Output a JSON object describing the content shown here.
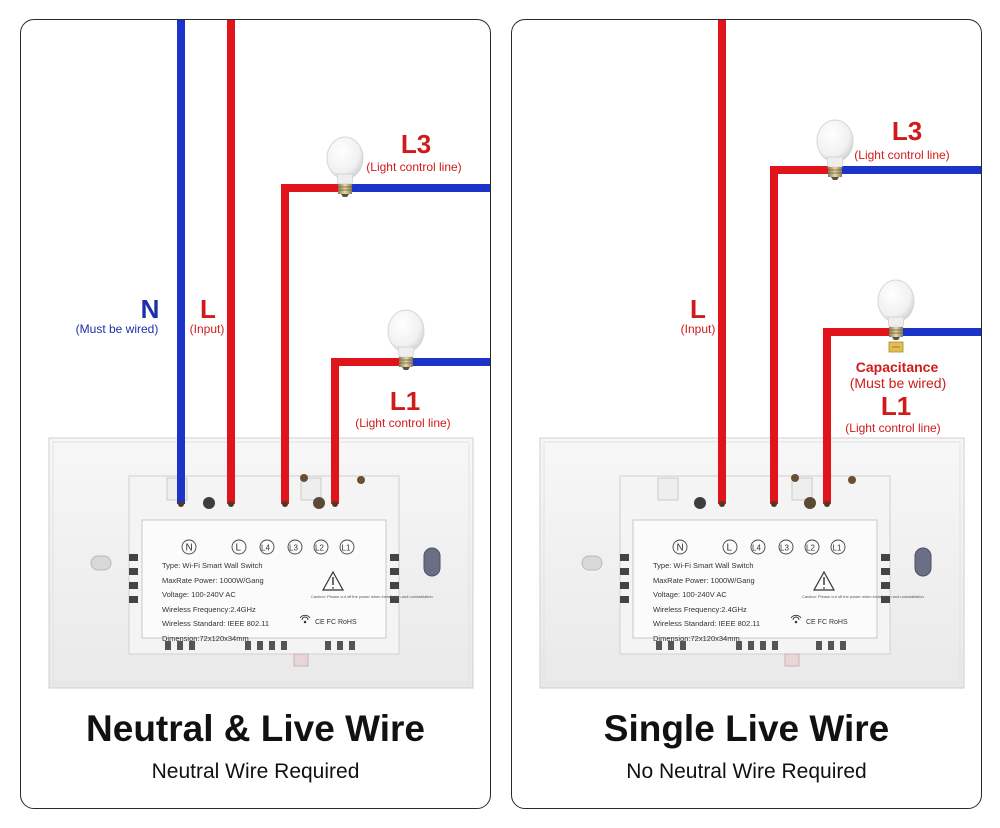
{
  "colors": {
    "live": "#e0141b",
    "neutral": "#1c33c9",
    "label_red": "#d11a1a",
    "label_blue": "#1c2fa8"
  },
  "left_panel": {
    "title": "Neutral & Live Wire",
    "subtitle": "Neutral Wire Required",
    "n_label": "N",
    "n_note": "(Must be wired)",
    "l_label": "L",
    "l_note": "(Input)",
    "l3_label": "L3",
    "l3_note": "(Light control line)",
    "l1_label": "L1",
    "l1_note": "(Light control line)"
  },
  "right_panel": {
    "title": "Single Live Wire",
    "subtitle": "No Neutral Wire Required",
    "l_label": "L",
    "l_note": "(Input)",
    "l3_label": "L3",
    "l3_note": "(Light control line)",
    "cap_label": "Capacitance",
    "cap_note": "(Must be wired)",
    "l1_label": "L1",
    "l1_note": "(Light control line)"
  },
  "switch_label": {
    "terminals": [
      "N",
      "L",
      "L4",
      "L3",
      "L2",
      "L1"
    ],
    "type": "Type: Wi-Fi Smart Wall Switch",
    "max_power": "MaxRate Power: 1000W/Gang",
    "voltage": "Voltage: 100-240V AC",
    "frequency": "Wireless Frequency:2.4GHz",
    "standard": "Wireless Standard: IEEE 802.11",
    "dimension": "Dimension:72x120x34mm",
    "caution": "Caution: Please cut off the power when installation and uninstallation",
    "marks": "CE FC RoHS"
  },
  "icons": [
    "light-bulb-icon",
    "warning-triangle-icon",
    "wifi-icon"
  ]
}
